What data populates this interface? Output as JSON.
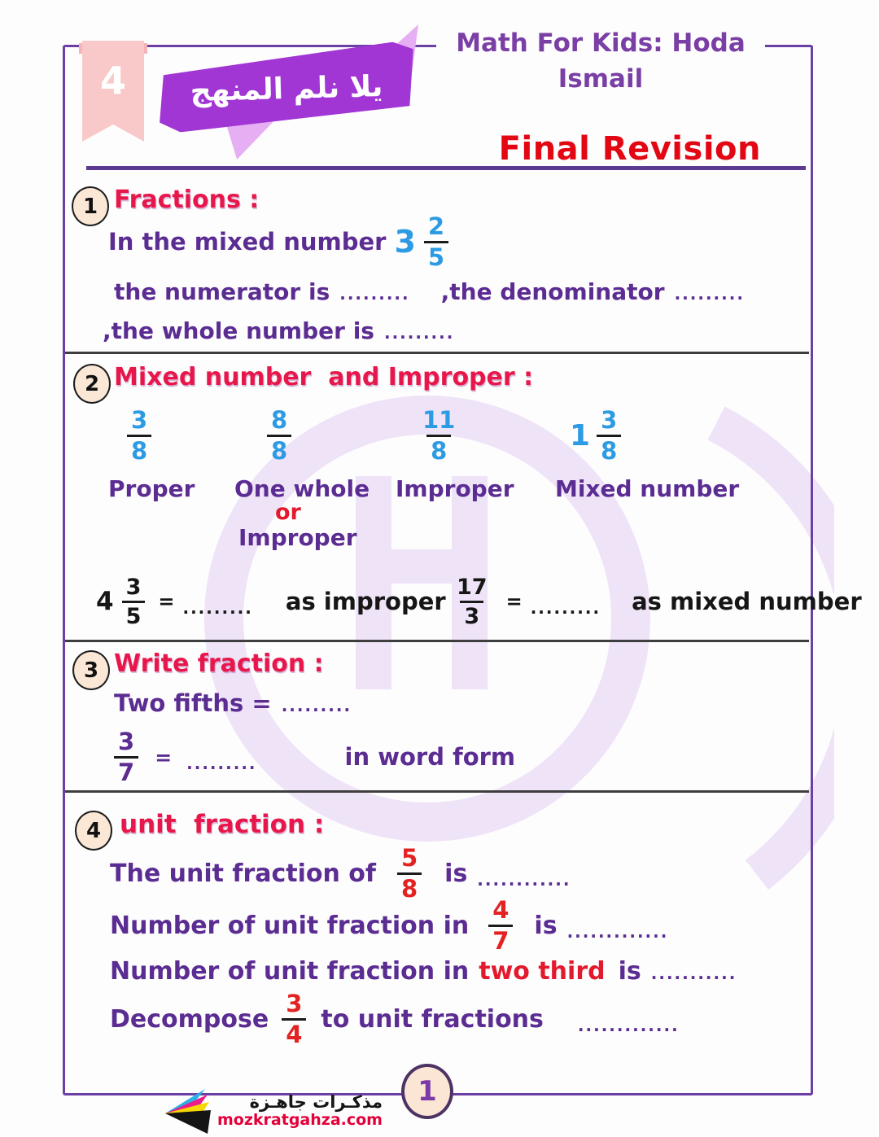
{
  "colors": {
    "frame_purple": "#6C3FA4",
    "body_purple": "#5B2C92",
    "heading_red": "#E8174B",
    "title_red": "#E30613",
    "fraction_blue": "#2D9BE3",
    "fraction_red": "#E32222",
    "banner_purple": "#A136D4",
    "ribbon_pink": "#F9C9CA",
    "badge_cream": "#FBE7D5",
    "watermark_lavender": "#EFE3F8"
  },
  "header": {
    "brand": "Math For Kids: Hoda Ismail",
    "ribbon_number": "4",
    "banner_text": "يلا نلم المنهج",
    "title": "Final Revision"
  },
  "section1": {
    "number": "1",
    "title": "Fractions :",
    "intro": "In the mixed number",
    "mixed": {
      "whole": "3",
      "num": "2",
      "den": "5"
    },
    "numerator_label": "the numerator is",
    "numerator_dots": ".........",
    "denominator_label": ",the denominator",
    "denominator_dots": ".........",
    "whole_label": ",the whole number is",
    "whole_dots": "........."
  },
  "section2": {
    "number": "2",
    "title": "Mixed number  and Improper :",
    "examples": [
      {
        "num": "3",
        "den": "8",
        "label": "Proper"
      },
      {
        "num": "8",
        "den": "8",
        "label": "One whole",
        "or_label": "or",
        "alt_label": "Improper"
      },
      {
        "num": "11",
        "den": "8",
        "label": "Improper"
      },
      {
        "whole": "1",
        "num": "3",
        "den": "8",
        "label": "Mixed number"
      }
    ],
    "convert_improper": {
      "whole": "4",
      "num": "3",
      "den": "5",
      "equals": "=",
      "dots": ".........",
      "label": "as improper"
    },
    "convert_mixed": {
      "num": "17",
      "den": "3",
      "equals": "=",
      "dots": ".........",
      "label": "as mixed number"
    }
  },
  "section3": {
    "number": "3",
    "title": "Write fraction :",
    "words_label": "Two fifths =",
    "words_dots": ".........",
    "fraction": {
      "num": "3",
      "den": "7"
    },
    "equals": "=",
    "fraction_dots": ".........",
    "word_form_label": "in word form"
  },
  "section4": {
    "number": "4",
    "title": "unit  fraction :",
    "q1": {
      "before": "The unit fraction of",
      "fraction": {
        "num": "5",
        "den": "8"
      },
      "after": "is",
      "dots": "............"
    },
    "q2": {
      "before": "Number of unit fraction in",
      "fraction": {
        "num": "4",
        "den": "7"
      },
      "after": "is",
      "dots": "............."
    },
    "q3": {
      "before": "Number of unit fraction in",
      "highlight": "two third",
      "after": "is",
      "dots": "..........."
    },
    "q4": {
      "before": "Decompose",
      "fraction": {
        "num": "3",
        "den": "4"
      },
      "after": "to unit fractions",
      "dots": "............."
    }
  },
  "footer": {
    "page_number": "1",
    "logo_title": "مذكـرات جاهـزة",
    "logo_site": "mozkratgahza.com"
  }
}
